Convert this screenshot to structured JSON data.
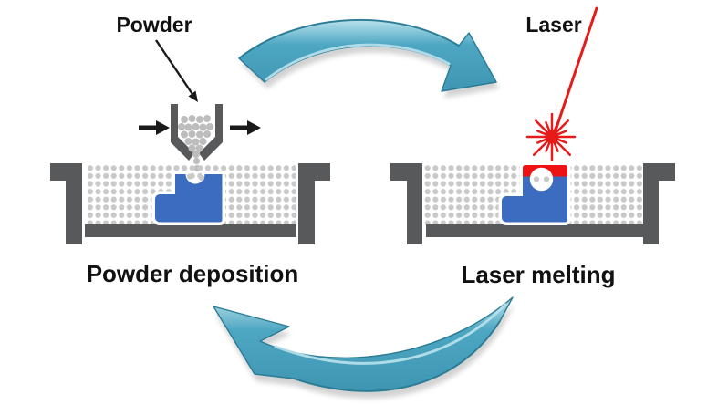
{
  "diagram": {
    "labels": {
      "powder": "Powder",
      "laser": "Laser"
    },
    "captions": {
      "powder_deposition": "Powder deposition",
      "laser_melting": "Laser melting"
    }
  },
  "colors": {
    "background": "#ffffff",
    "machine_gray": "#58595b",
    "powder_gray": "#c9c9c9",
    "hopper_powder_gray": "#bdbdbd",
    "part_blue": "#3c6cc0",
    "melt_red": "#ee1212",
    "laser_red": "#e71a1a",
    "cycle_teal": "#4da6c2",
    "cycle_teal_dark": "#2a7c95",
    "cycle_teal_light": "#b9e2ec",
    "arrow_black": "#1a1a1a",
    "text_black": "#111111"
  }
}
